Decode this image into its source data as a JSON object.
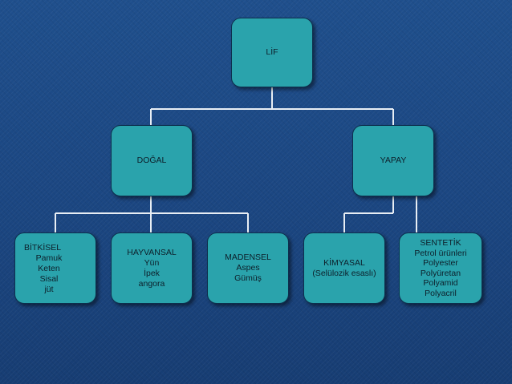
{
  "diagram": {
    "root": {
      "label": "LİF"
    },
    "natural": {
      "label": "DOĞAL",
      "children": {
        "plant": {
          "title": "BİTKİSEL",
          "items": [
            "Pamuk",
            "Keten",
            "Sisal",
            "jüt"
          ]
        },
        "animal": {
          "title": "HAYVANSAL",
          "items": [
            "Yün",
            "İpek",
            "angora"
          ]
        },
        "mineral": {
          "title": "MADENSEL",
          "items": [
            "Aspes",
            "Gümüş"
          ]
        }
      }
    },
    "synthetic_group": {
      "label": "YAPAY",
      "children": {
        "chemical": {
          "title": "KİMYASAL",
          "items": [
            "(Selülozik esaslı)"
          ]
        },
        "synthetic": {
          "title": "SENTETİK",
          "items": [
            "Petrol ürünleri",
            "Polyester",
            "Polyüretan",
            "Polyamid",
            "Polyacril"
          ]
        }
      }
    },
    "colors": {
      "box": "#2aa3ac",
      "line": "#e8eef4",
      "background": "#1b4681"
    }
  }
}
